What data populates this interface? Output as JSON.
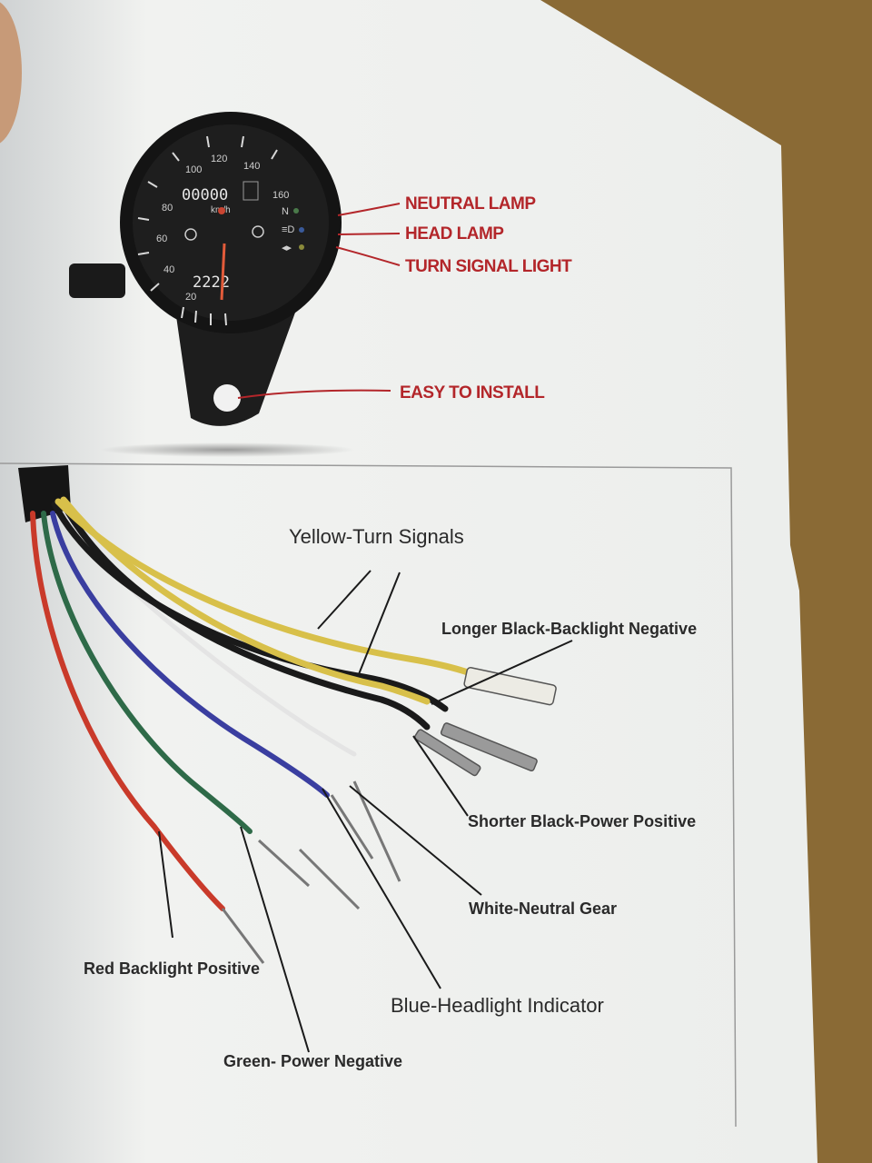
{
  "speedometer": {
    "dial_numbers": [
      "20",
      "40",
      "60",
      "80",
      "100",
      "120",
      "140",
      "160"
    ],
    "unit": "km/h",
    "odometer": "00000",
    "tripmeter": "2222",
    "indicator_letter": "N"
  },
  "callouts": {
    "neutral_lamp": "NEUTRAL LAMP",
    "head_lamp": "HEAD LAMP",
    "turn_signal_light": "TURN SIGNAL LIGHT",
    "easy_to_install": "EASY TO INSTALL"
  },
  "wires": {
    "yellow": "Yellow-Turn Signals",
    "longer_black": "Longer Black-Backlight Negative",
    "shorter_black": "Shorter Black-Power Positive",
    "white": "White-Neutral Gear",
    "blue": "Blue-Headlight Indicator",
    "red": "Red Backlight Positive",
    "green": "Green- Power Negative"
  },
  "colors": {
    "callout_red": "#b3262a",
    "paper": "#f2f3f0",
    "background": "#8a6a35",
    "wire_yellow": "#d8c04a",
    "wire_black": "#1a1a1a",
    "wire_red": "#c93a2a",
    "wire_green": "#2e6a48",
    "wire_blue": "#3a3ea0",
    "wire_white": "#dcdcdc"
  }
}
